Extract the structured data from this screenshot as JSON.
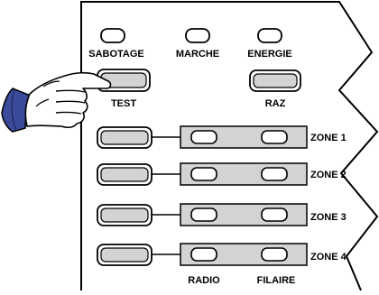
{
  "indicators": {
    "sabotage": "SABOTAGE",
    "marche": "MARCHE",
    "energie": "ENERGIE"
  },
  "buttons": {
    "test": "TEST",
    "raz": "RAZ"
  },
  "zones": [
    {
      "label": "ZONE 1"
    },
    {
      "label": "ZONE 2"
    },
    {
      "label": "ZONE 3"
    },
    {
      "label": "ZONE 4"
    }
  ],
  "columns": {
    "radio": "RADIO",
    "filaire": "FILAIRE"
  },
  "colors": {
    "button_fill": "#d3d3d3",
    "outline": "#000000",
    "glove": "#3b4a9a"
  },
  "icons": {
    "pointer": "pointing-hand-icon"
  }
}
